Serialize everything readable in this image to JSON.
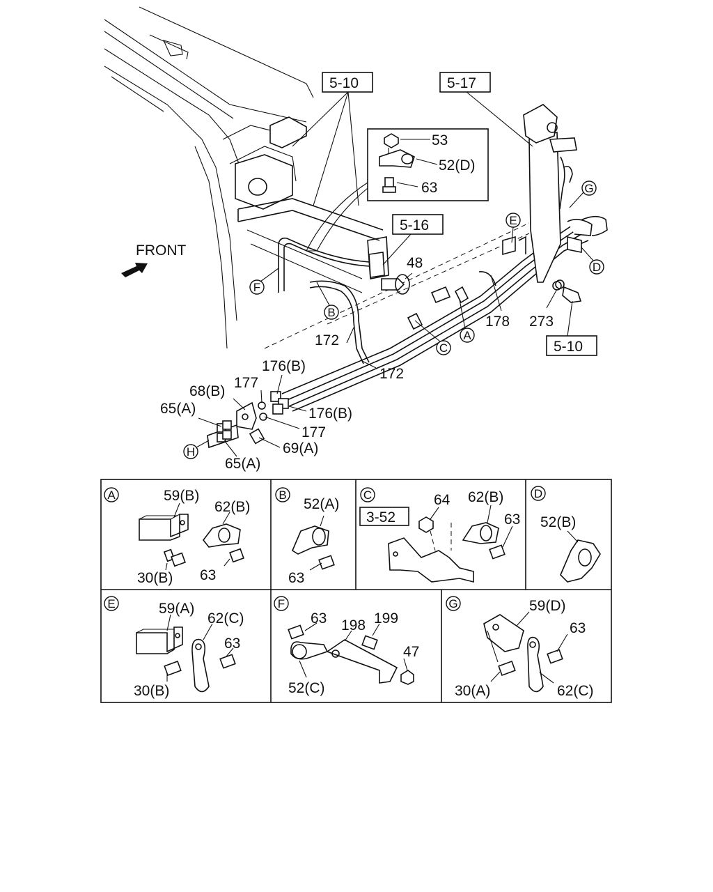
{
  "front_label": "FRONT",
  "ref_boxes": {
    "r510_top": "5-10",
    "r517": "5-17",
    "r516": "5-16",
    "r510_bot": "5-10",
    "r352": "3-52"
  },
  "main_labels": {
    "l53": "53",
    "l52d": "52(D)",
    "l63": "63",
    "l48": "48",
    "l178": "178",
    "l273": "273",
    "l172a": "172",
    "l172b": "172",
    "l176b_1": "176(B)",
    "l176b_2": "176(B)",
    "l177_1": "177",
    "l177_2": "177",
    "l68b": "68(B)",
    "l65a_1": "65(A)",
    "l65a_2": "65(A)",
    "l69a": "69(A)"
  },
  "callouts": {
    "A": "A",
    "B": "B",
    "C": "C",
    "D": "D",
    "E": "E",
    "F": "F",
    "G": "G",
    "H": "H"
  },
  "detail_panels": {
    "A": {
      "letter": "A",
      "labels": [
        "59(B)",
        "62(B)",
        "30(B)",
        "63"
      ]
    },
    "B": {
      "letter": "B",
      "labels": [
        "52(A)",
        "63"
      ]
    },
    "C": {
      "letter": "C",
      "labels": [
        "64",
        "62(B)",
        "63"
      ]
    },
    "D": {
      "letter": "D",
      "labels": [
        "52(B)"
      ]
    },
    "E": {
      "letter": "E",
      "labels": [
        "59(A)",
        "62(C)",
        "63",
        "30(B)"
      ]
    },
    "F": {
      "letter": "F",
      "labels": [
        "63",
        "198",
        "199",
        "47",
        "52(C)"
      ]
    },
    "G": {
      "letter": "G",
      "labels": [
        "59(D)",
        "63",
        "30(A)",
        "62(C)"
      ]
    }
  }
}
